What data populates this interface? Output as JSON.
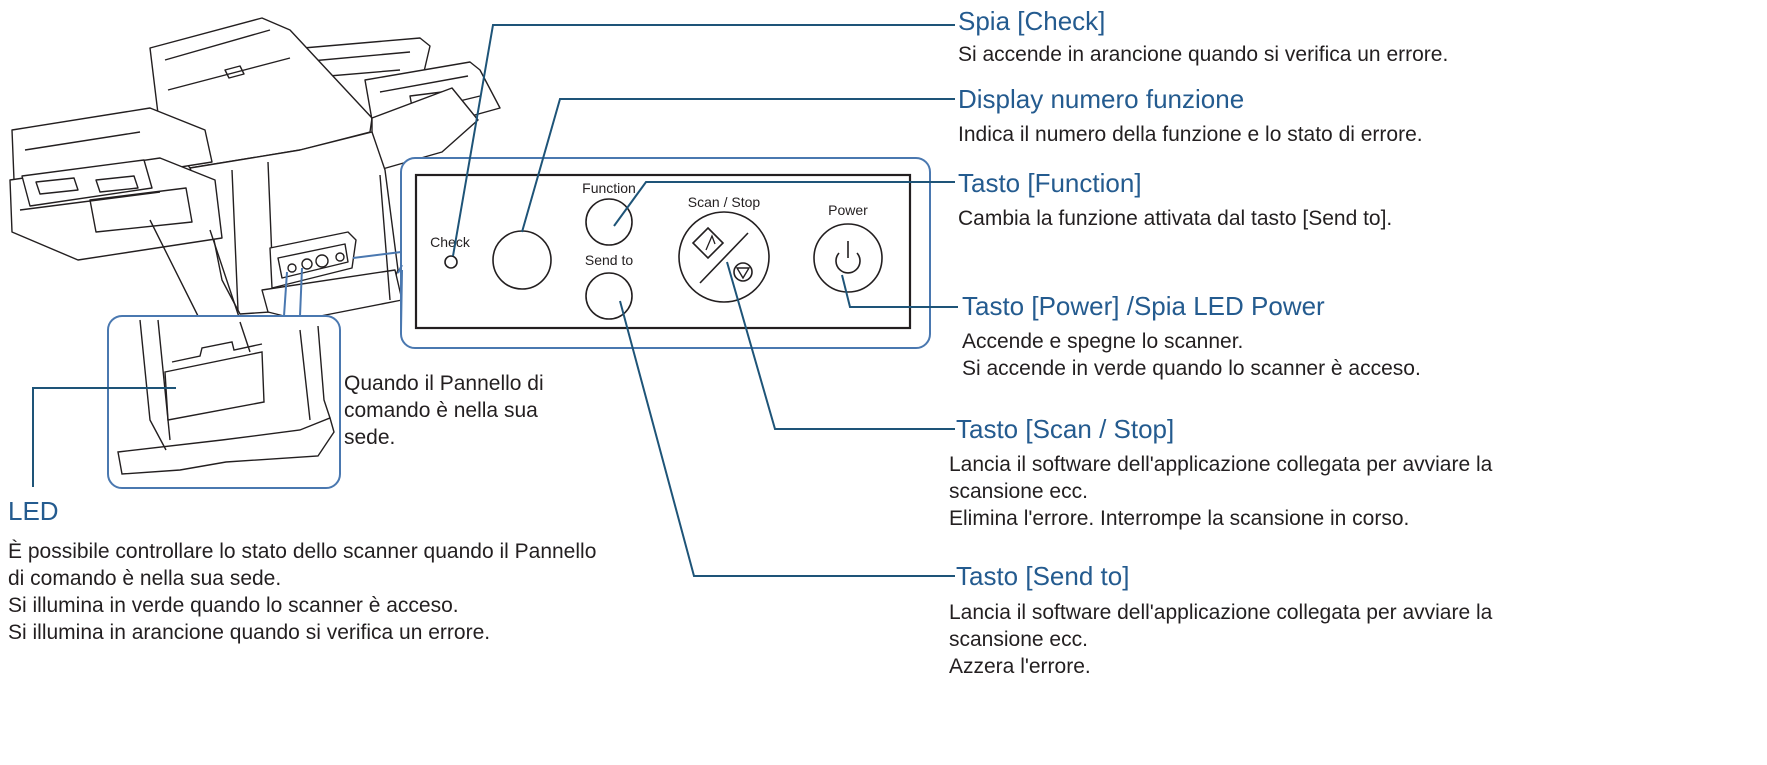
{
  "panel_labels": {
    "check": "Check",
    "function": "Function",
    "send_to": "Send to",
    "scan_stop": "Scan / Stop",
    "power": "Power"
  },
  "inset_note": "Quando il Pannello di\ncomando è nella sua\nsede.",
  "callouts": {
    "spia_check": {
      "title": "Spia [Check]",
      "desc": "Si accende in arancione quando si verifica un errore."
    },
    "display": {
      "title": "Display numero funzione",
      "desc": "Indica il numero della funzione e lo stato di errore."
    },
    "function": {
      "title": "Tasto [Function]",
      "desc": "Cambia la funzione attivata dal tasto [Send to]."
    },
    "power": {
      "title": "Tasto [Power] /Spia LED Power",
      "desc": "Accende e spegne lo scanner.\nSi accende in verde quando lo scanner è acceso."
    },
    "scan_stop": {
      "title": "Tasto [Scan / Stop]",
      "desc": "Lancia il software dell'applicazione collegata per avviare la\nscansione ecc.\nElimina l'errore. Interrompe la scansione in corso."
    },
    "send_to": {
      "title": "Tasto [Send to]",
      "desc": "Lancia il software dell'applicazione collegata per avviare la\nscansione ecc.\nAzzera l'errore."
    },
    "led": {
      "title": "LED",
      "desc": "È possibile controllare lo stato dello scanner quando il Pannello\ndi comando è nella sua sede.\nSi illumina in verde quando lo scanner è acceso.\nSi illumina in arancione quando si verifica un errore."
    }
  },
  "colors": {
    "callout_line": "#1e5478",
    "heading": "#245b8f",
    "frame": "#4a78b0"
  }
}
